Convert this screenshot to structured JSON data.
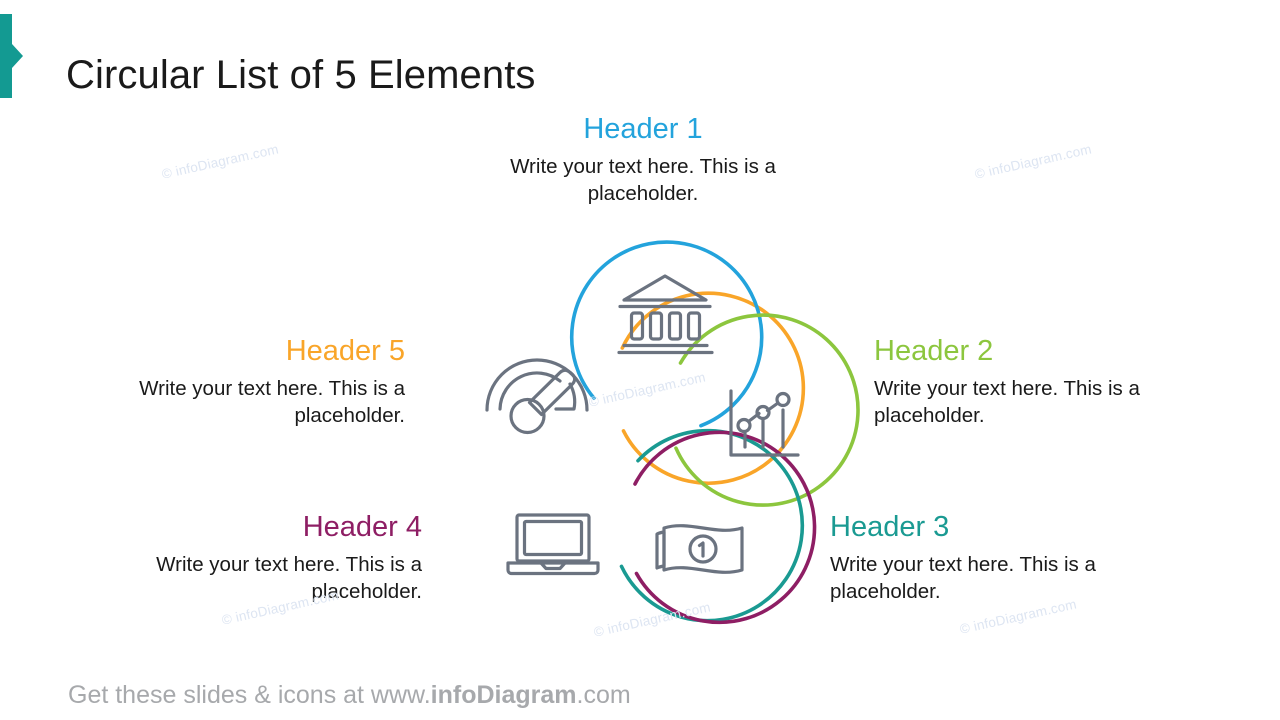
{
  "slide": {
    "title": "Circular List of 5 Elements",
    "accent_color": "#139A92",
    "background": "#ffffff"
  },
  "footer": {
    "prefix": "Get these slides & icons at www.",
    "brand": "infoDiagram",
    "suffix": ".com"
  },
  "watermark": {
    "text": "© infoDiagram.com",
    "color": "#dde5f2"
  },
  "diagram": {
    "type": "circular-list",
    "element_count": 5,
    "icon_color": "#6B7380",
    "items": [
      {
        "id": 1,
        "header": "Header 1",
        "body": "Write your text here. This is a placeholder.",
        "color": "#23A3DC",
        "icon": "bank-icon",
        "position": "top",
        "align": "center"
      },
      {
        "id": 2,
        "header": "Header 2",
        "body": "Write your text here. This is a placeholder.",
        "color": "#8CC63E",
        "icon": "line-chart-icon",
        "position": "right",
        "align": "left"
      },
      {
        "id": 3,
        "header": "Header 3",
        "body": "Write your text here. This is a placeholder.",
        "color": "#1A9A92",
        "icon": "banknote-icon",
        "position": "bottom-right",
        "align": "left"
      },
      {
        "id": 4,
        "header": "Header 4",
        "body": "Write your text here. This is a placeholder.",
        "color": "#8E1E64",
        "icon": "laptop-icon",
        "position": "bottom-left",
        "align": "right"
      },
      {
        "id": 5,
        "header": "Header 5",
        "body": "Write your text here. This is a placeholder.",
        "color": "#F9A529",
        "icon": "gauge-icon",
        "position": "left",
        "align": "right"
      }
    ]
  }
}
